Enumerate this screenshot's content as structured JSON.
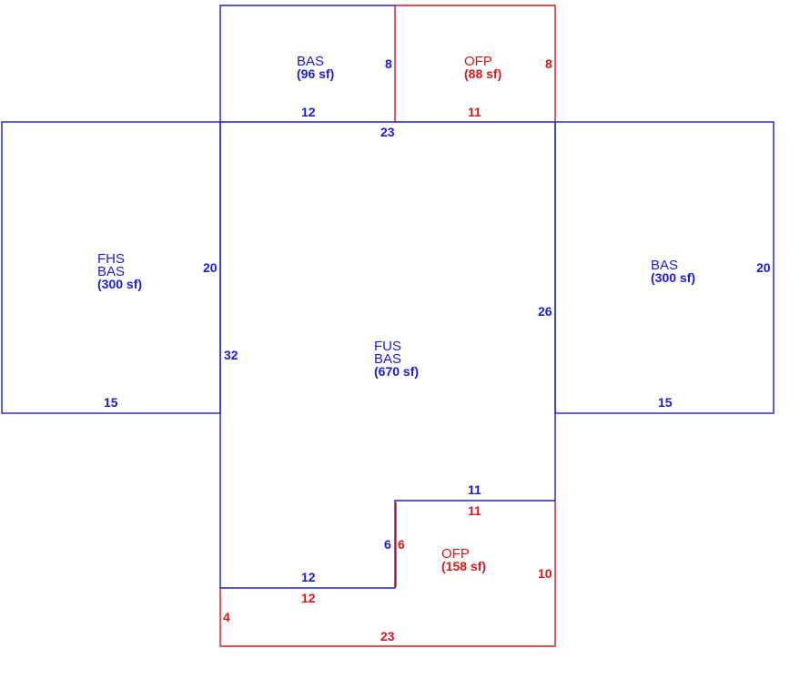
{
  "colors": {
    "living": "#1a1adb",
    "porch": "#d81818"
  },
  "areas": {
    "top_bas": {
      "code": "BAS",
      "size": "(96 sf)"
    },
    "top_ofp": {
      "code": "OFP",
      "size": "(88 sf)"
    },
    "left": {
      "code1": "FHS",
      "code2": "BAS",
      "size": "(300 sf)"
    },
    "right": {
      "code": "BAS",
      "size": "(300 sf)"
    },
    "main": {
      "code1": "FUS",
      "code2": "BAS",
      "size": "(670 sf)"
    },
    "bottom_ofp": {
      "code": "OFP",
      "size": "(158 sf)"
    }
  },
  "dims": {
    "top_bas_right": "8",
    "top_bas_bottom": "12",
    "top_ofp_right": "8",
    "top_ofp_bottom": "11",
    "main_top": "23",
    "left_right": "20",
    "left_bottom": "15",
    "main_left": "32",
    "main_right": "26",
    "right_right": "20",
    "right_bottom": "15",
    "notch_top_blue": "11",
    "notch_top_red": "11",
    "notch_side_blue": "6",
    "notch_side_red": "6",
    "bottom_blue": "12",
    "bottom_red": "12",
    "ofp_right": "10",
    "porch_left": "4",
    "porch_bottom": "23"
  }
}
